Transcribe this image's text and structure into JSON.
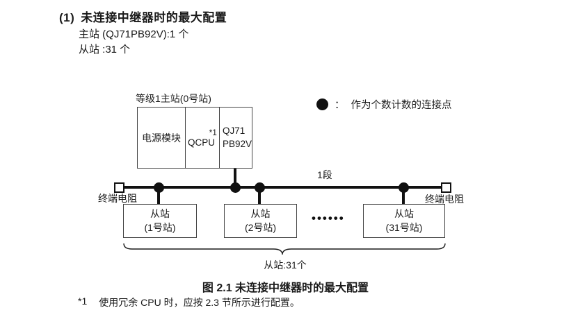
{
  "heading": {
    "number": "(1)",
    "title": "未连接中继器时的最大配置",
    "line_master": "主站 (QJ71PB92V):1 个",
    "line_slave": "从站 :31 个"
  },
  "diagram": {
    "master_label": "等级1主站(0号站)",
    "master_modules": [
      {
        "label": "电源模块",
        "sup": ""
      },
      {
        "label": "QCPU",
        "sup": "*1"
      },
      {
        "label": "QJ71\nPB92V",
        "sup": ""
      }
    ],
    "legend": {
      "symbol": "●",
      "separator": "：",
      "text": "作为个数计数的连接点"
    },
    "segment_label": "1段",
    "terminator_left": "终端电阻",
    "terminator_right": "终端电阻",
    "slaves": [
      {
        "line1": "从站",
        "line2": "(1号站)"
      },
      {
        "line1": "从站",
        "line2": "(2号站)"
      },
      {
        "line1": "从站",
        "line2": "(31号站)"
      }
    ],
    "ellipsis": "••••••",
    "brace_label": "从站:31个"
  },
  "caption": "图 2.1 未连接中继器时的最大配置",
  "footnote": {
    "marker": "*1",
    "text": "使用冗余 CPU 时，应按 2.3 节所示进行配置。"
  },
  "colors": {
    "ink": "#1a1a1a",
    "line": "#111111",
    "box_border": "#444444",
    "background": "#ffffff"
  }
}
